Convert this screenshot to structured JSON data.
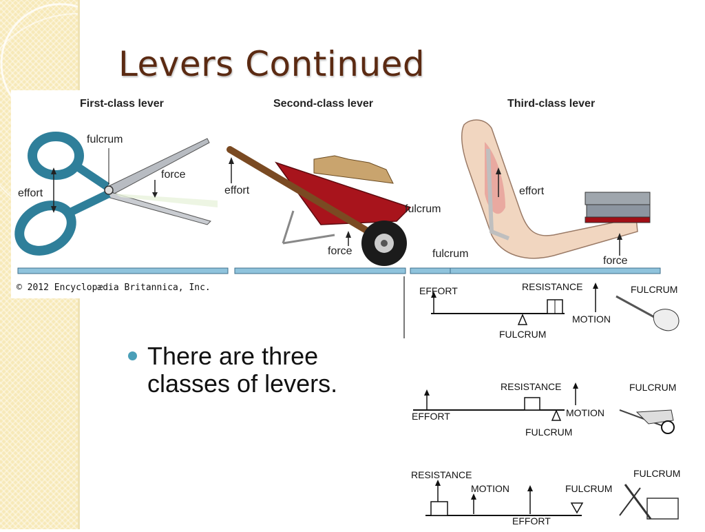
{
  "slide": {
    "title": "Levers Continued",
    "bullets": [
      "There are three classes of levers."
    ]
  },
  "figure": {
    "captions": {
      "first": "First-class lever",
      "second": "Second-class lever",
      "third": "Third-class lever"
    },
    "first_labels": {
      "fulcrum": "fulcrum",
      "force": "force",
      "effort": "effort"
    },
    "second_labels": {
      "effort": "effort",
      "fulcrum": "fulcrum",
      "force": "force"
    },
    "third_labels": {
      "effort": "effort",
      "fulcrum": "fulcrum",
      "force": "force"
    },
    "copyright": "© 2012 Encyclopædia Britannica, Inc."
  },
  "diagrams": {
    "d1": {
      "effort": "EFFORT",
      "resistance": "RESISTANCE",
      "motion": "MOTION",
      "fulcrum": "FULCRUM",
      "fulcrum_example": "FULCRUM"
    },
    "d2": {
      "effort": "EFFORT",
      "resistance": "RESISTANCE",
      "motion": "MOTION",
      "fulcrum": "FULCRUM",
      "fulcrum_example": "FULCRUM"
    },
    "d3": {
      "effort": "EFFORT",
      "resistance": "RESISTANCE",
      "motion": "MOTION",
      "fulcrum": "FULCRUM",
      "fulcrum_example": "FULCRUM"
    }
  },
  "colors": {
    "title": "#5b2a12",
    "bullet": "#4a9fb8",
    "scissor_handle": "#2f7f9a",
    "wheelbarrow": "#a8141c",
    "ground_bar": "#8fc3dc"
  }
}
